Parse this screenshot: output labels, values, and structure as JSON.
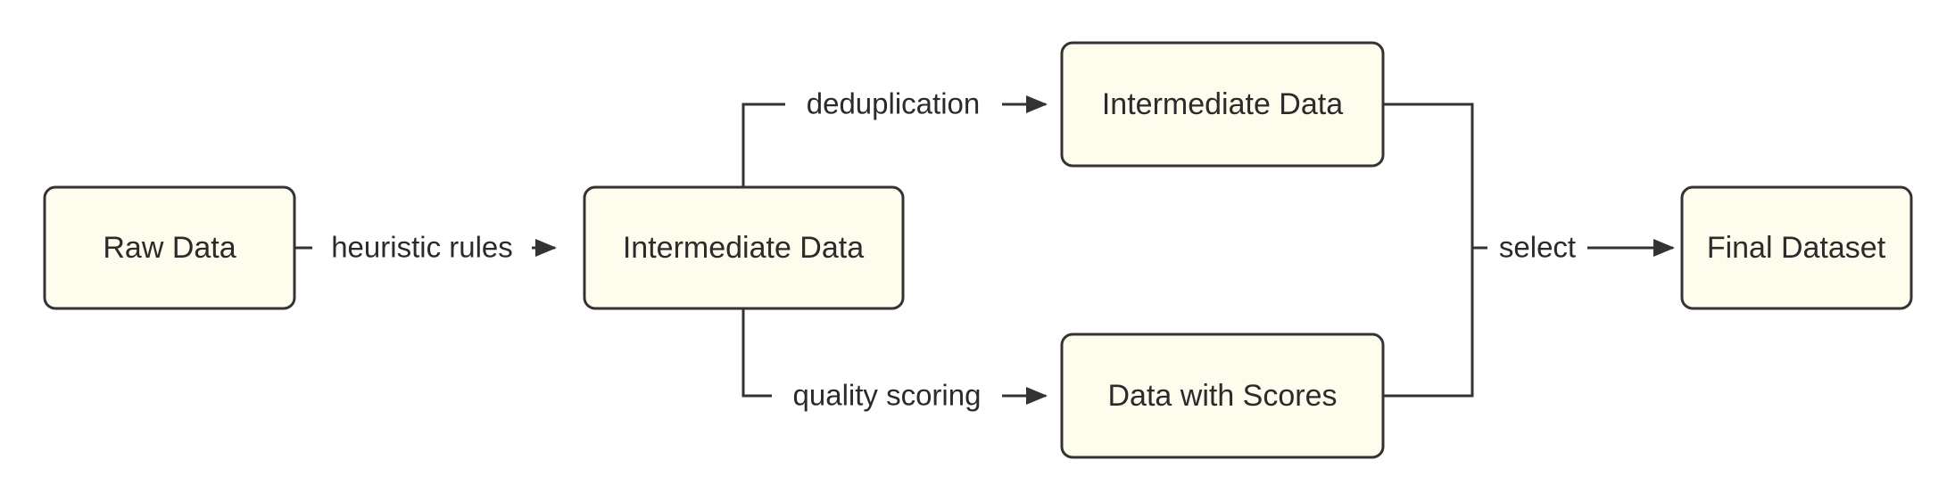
{
  "diagram": {
    "type": "flowchart",
    "direction": "left-to-right",
    "background_color": "#ffffff",
    "node_fill_color": "#fdfced",
    "node_border_color": "#333333",
    "text_color": "#2b2b2b",
    "edge_color": "#333333",
    "nodes": [
      {
        "id": "raw-data",
        "label": "Raw Data"
      },
      {
        "id": "intermediate-data-1",
        "label": "Intermediate Data"
      },
      {
        "id": "intermediate-data-2",
        "label": "Intermediate Data"
      },
      {
        "id": "data-with-scores",
        "label": "Data with Scores"
      },
      {
        "id": "final-dataset",
        "label": "Final Dataset"
      }
    ],
    "edges": [
      {
        "id": "edge-heuristic-rules",
        "label": "heuristic rules",
        "from": "raw-data",
        "to": "intermediate-data-1"
      },
      {
        "id": "edge-deduplication",
        "label": "deduplication",
        "from": "intermediate-data-1",
        "to": "intermediate-data-2"
      },
      {
        "id": "edge-quality-scoring",
        "label": "quality scoring",
        "from": "intermediate-data-1",
        "to": "data-with-scores"
      },
      {
        "id": "edge-select",
        "label": "select",
        "from": "intermediate-data-2, data-with-scores",
        "to": "final-dataset"
      }
    ]
  }
}
